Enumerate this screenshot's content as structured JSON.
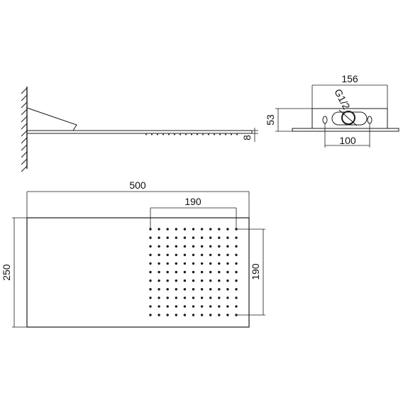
{
  "side_view": {
    "thickness_label": "8"
  },
  "mount_view": {
    "width_label": "156",
    "height_label": "53",
    "thread_label": "G1/2",
    "hole_spacing_label": "100"
  },
  "plan_view": {
    "length_label": "500",
    "width_label": "250",
    "nozzle_field_width_label": "190",
    "nozzle_field_height_label": "190",
    "nozzle_grid": {
      "rows": 11,
      "cols": 11
    }
  }
}
